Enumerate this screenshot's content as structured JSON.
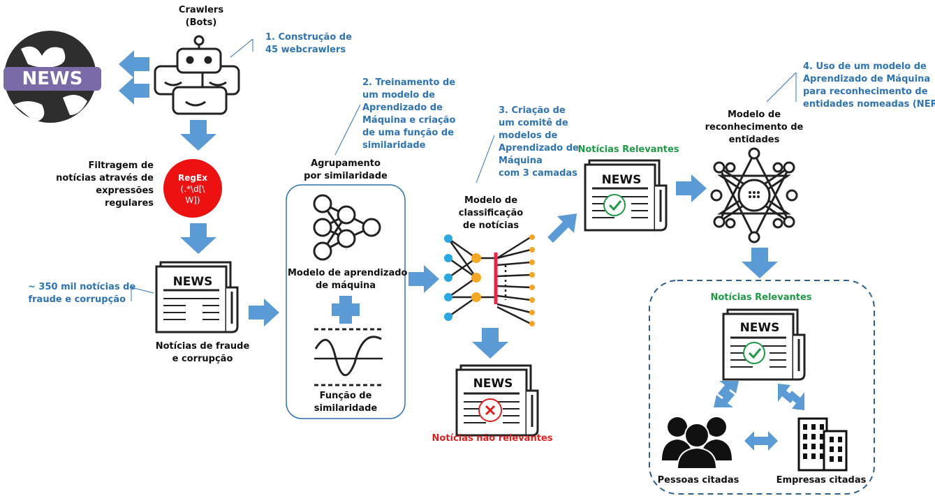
{
  "crawlers": [
    "Crawlers",
    "(Bots)"
  ],
  "globe_word": "NEWS",
  "step1": [
    "1. Construção de",
    "45 webcrawlers"
  ],
  "filter": [
    "Filtragem de",
    "notícias através de",
    "expressões",
    "regulares"
  ],
  "regex": {
    "title": "RegEx",
    "lines": [
      "(.*\\d[\\",
      "W])"
    ]
  },
  "count": [
    "~ 350 mil notícias de",
    "fraude e corrupção"
  ],
  "news_word": "NEWS",
  "fraud_news": [
    "Notícias de fraude",
    "e corrupção"
  ],
  "step2": [
    "2. Treinamento de",
    "um modelo de",
    "Aprendizado de",
    "Máquina e criação",
    "de uma função de",
    "similaridade"
  ],
  "grouping": [
    "Agrupamento",
    "por similaridade"
  ],
  "ml_model": [
    "Modelo de aprendizado",
    "de máquina"
  ],
  "sim_function": [
    "Função de",
    "similaridade"
  ],
  "step3": [
    "3. Criação de",
    "um comitê de",
    "modelos de",
    "Aprendizado de",
    "Máquina",
    "com 3 camadas"
  ],
  "classifier": [
    "Modelo de",
    "classificação",
    "de notícias"
  ],
  "not_relevant": "Notícias não relevantes",
  "relevant": "Notícias Relevantes",
  "step4": [
    "4. Uso de um modelo de",
    "Aprendizado de Máquina",
    "para reconhecimento de",
    "entidades nomeadas (NER)"
  ],
  "ner_model": [
    "Modelo de",
    "reconhecimento de",
    "entidades"
  ],
  "people": "Pessoas citadas",
  "companies": "Empresas citadas",
  "colors": {
    "arrow": "#5b9bd5",
    "accent_blue": "#2e74b5",
    "green": "#1e9a45",
    "red": "#e02020",
    "purple": "#7b6aa8"
  }
}
